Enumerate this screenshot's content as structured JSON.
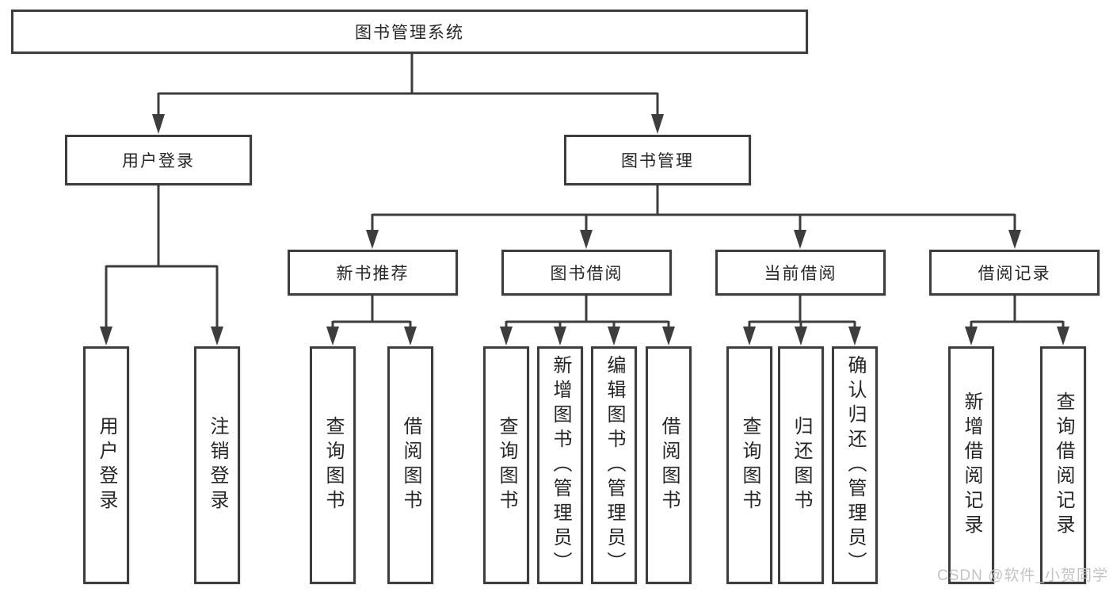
{
  "nodes": {
    "root": {
      "label": "图书管理系统"
    },
    "level2": [
      {
        "label": "用户登录"
      },
      {
        "label": "图书管理"
      }
    ],
    "level3": [
      {
        "label": "新书推荐"
      },
      {
        "label": "图书借阅"
      },
      {
        "label": "当前借阅"
      },
      {
        "label": "借阅记录"
      }
    ],
    "leaves": {
      "user_login": [
        {
          "label": "用户登录"
        },
        {
          "label": "注销登录"
        }
      ],
      "new_books": [
        {
          "label": "查询图书"
        },
        {
          "label": "借阅图书"
        }
      ],
      "book_borrow": [
        {
          "label": "查询图书"
        },
        {
          "label": "新增图书（管理员）"
        },
        {
          "label": "编辑图书（管理员）"
        },
        {
          "label": "借阅图书"
        }
      ],
      "current_borrow": [
        {
          "label": "查询图书"
        },
        {
          "label": "归还图书"
        },
        {
          "label": "确认归还（管理员）"
        }
      ],
      "borrow_records": [
        {
          "label": "新增借阅记录"
        },
        {
          "label": "查询借阅记录"
        }
      ]
    }
  },
  "watermark": {
    "text": "CSDN @软件_小贺同学"
  },
  "colors": {
    "line": "#3d3d3d",
    "text": "#262626",
    "background": "#ffffff",
    "watermark": "#c3c3c3"
  }
}
